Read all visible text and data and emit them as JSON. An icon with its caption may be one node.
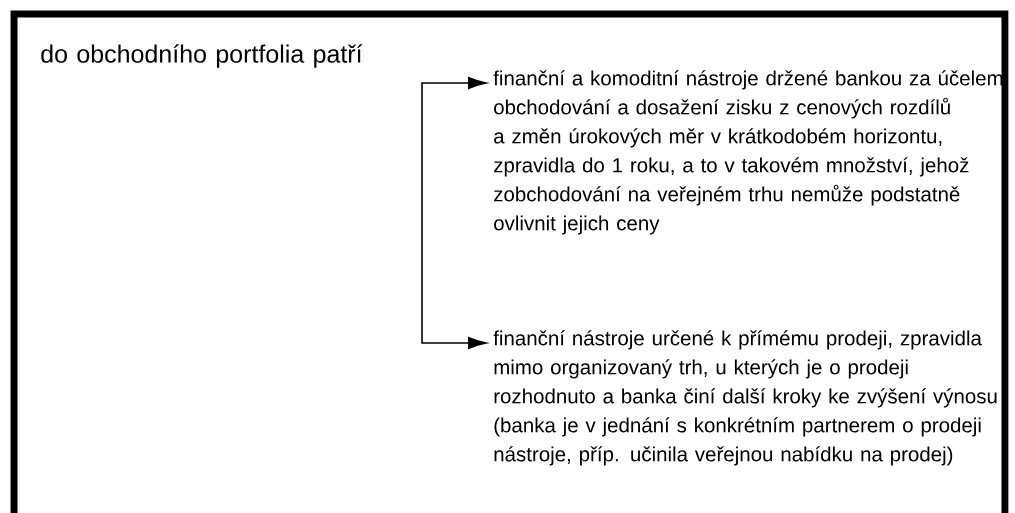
{
  "diagram": {
    "title": "do obchodního portfolia patří",
    "nodes": [
      {
        "text": [
          "finanční a komoditní nástroje držené bankou za účelem obchodování a dosažení zisku z cenových rozdílů a změn úrokových měr v krátkodobém horizontu, zpravidla do 1 roku, a to v takovém množství, jehož zobchodování na veřejném trhu nemůže podstatně ovlivnit jejich ceny"
        ]
      },
      {
        "text": [
          "finanční nástroje určené k přímému prodeji, zpravidla mimo organizovaný trh, u kterých je o prodeji rozhodnuto a banka činí další kroky ke zvýšení výnosu (banka je v jednání s konkrétním partnerem o prodeji nástroje, příp. učinila veřejnou nabídku na prodej)"
        ]
      }
    ],
    "edges": [
      {
        "from": null,
        "to": 0,
        "arrow": "to"
      },
      {
        "from": null,
        "to": 1,
        "arrow": "to"
      }
    ]
  }
}
